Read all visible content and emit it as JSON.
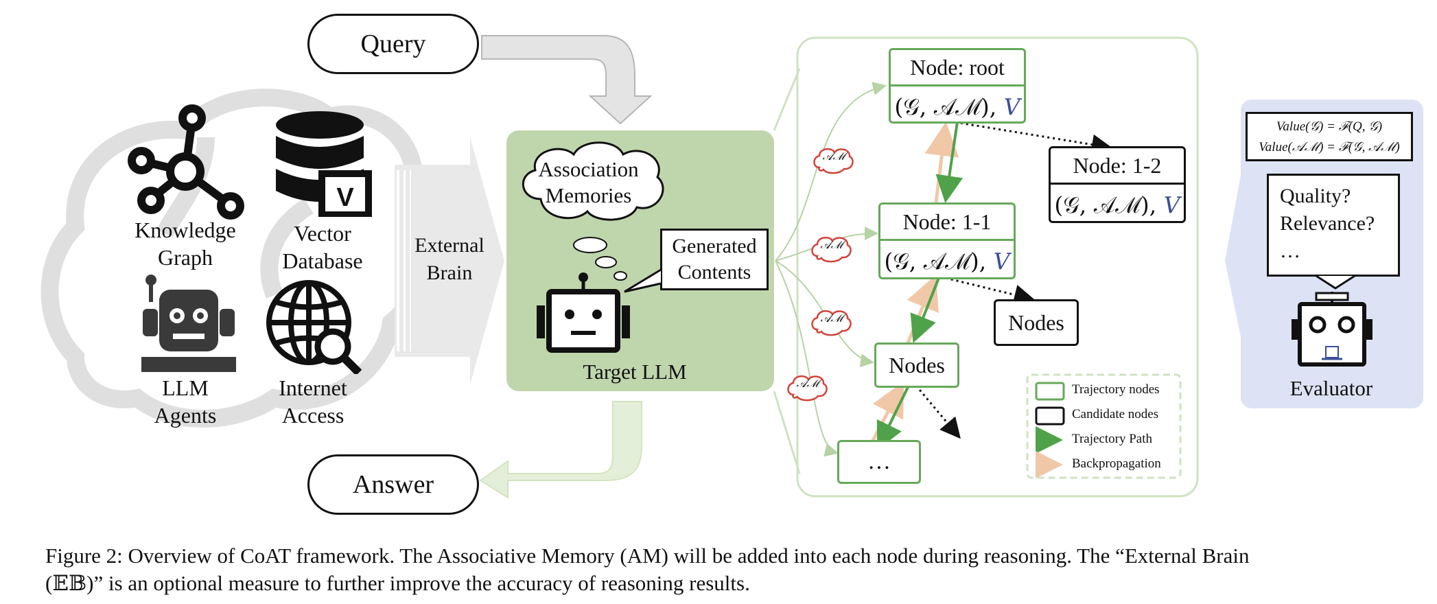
{
  "query_label": "Query",
  "answer_label": "Answer",
  "external_brain": {
    "label": "External\nBrain",
    "items": [
      {
        "label": "Knowledge\nGraph",
        "icon": "knowledge-graph-icon"
      },
      {
        "label": "Vector\nDatabase",
        "icon": "vector-database-icon",
        "badge": "V"
      },
      {
        "label": "LLM\nAgents",
        "icon": "robot-icon"
      },
      {
        "label": "Internet\nAccess",
        "icon": "globe-search-icon"
      }
    ]
  },
  "target_llm": {
    "label": "Target LLM",
    "thought": "Association\nMemories",
    "speech": "Generated\nContents"
  },
  "tree": {
    "root": {
      "title": "Node: root",
      "value": "(𝒢, 𝒜ℳ), ",
      "v": "V"
    },
    "n11": {
      "title": "Node: 1-1",
      "value": "(𝒢, 𝒜ℳ), ",
      "v": "V"
    },
    "n12": {
      "title": "Node: 1-2",
      "value": "(𝒢, 𝒜ℳ), ",
      "v": "V"
    },
    "nodes_a": "Nodes",
    "nodes_b": "Nodes",
    "ellipsis": "…",
    "am_tag": "𝒜ℳ"
  },
  "legend": {
    "trajectory_nodes": "Trajectory nodes",
    "candidate_nodes": "Candidate nodes",
    "trajectory_path": "Trajectory Path",
    "backpropagation": "Backpropagation"
  },
  "evaluator": {
    "formula1": "Value(𝒢) = ℱ(Q, 𝒢)",
    "formula2": "Value(𝒜ℳ) = ℱ(𝒢, 𝒜ℳ)",
    "speech": "Quality?\nRelevance?\n…",
    "label": "Evaluator"
  },
  "caption": {
    "line1": "Figure 2: Overview of CoAT framework. The Associative Memory (AM) will be added into each node during reasoning. The “External Brain",
    "line2": "(𝔼𝔹)” is an optional measure to further improve the accuracy of reasoning results."
  },
  "colors": {
    "green_panel": "#bfd6ad",
    "green_border": "#66a85a",
    "evaluator_bg": "#dde3f5",
    "am_red": "#d0443a",
    "backprop": "#f0c8a8",
    "v_blue": "#3b4f98"
  }
}
